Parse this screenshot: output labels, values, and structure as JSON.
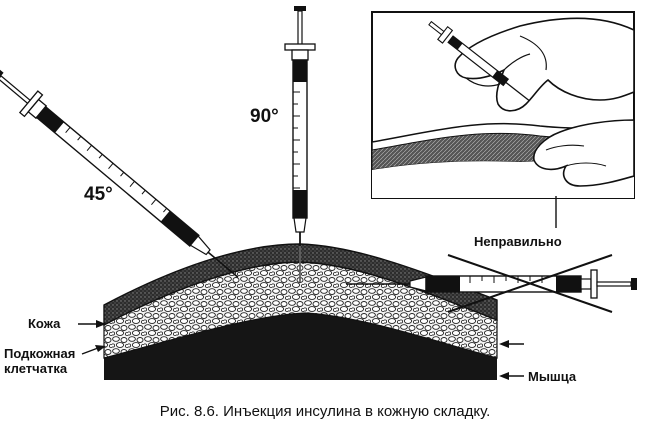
{
  "labels": {
    "angle_45": "45°",
    "angle_90": "90°",
    "wrong": "Неправильно",
    "skin": "Кожа",
    "subcutaneous_line1": "Подкожная",
    "subcutaneous_line2": "клетчатка",
    "muscle": "Мышца"
  },
  "caption": "Рис. 8.6. Инъекция инсулина в кожную складку.",
  "colors": {
    "ink": "#111111",
    "skin_fill": "#3a3a3a",
    "fat_fill": "#e9e9e9",
    "muscle_fill": "#151515",
    "background": "#ffffff"
  }
}
